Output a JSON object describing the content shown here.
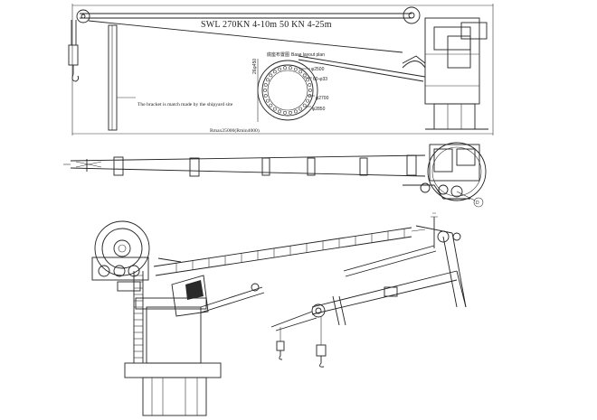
{
  "drawing": {
    "rating_label": "SWL 270KN  4-10m  50 KN  4-25m",
    "bracket_note": "The bracket is match made by the shipyard site",
    "radius_label": "Rmax25000(Rmin4000)",
    "base_plan": {
      "title_cn": "底座布置图",
      "title_en": "Base layout plan",
      "dims": [
        "φ2500",
        "60-φ33",
        "φ2700",
        "φ2850"
      ],
      "side_dim": "26φ450"
    },
    "balloon_label": "D",
    "colors": {
      "line": "#222222",
      "background": "#ffffff"
    }
  }
}
